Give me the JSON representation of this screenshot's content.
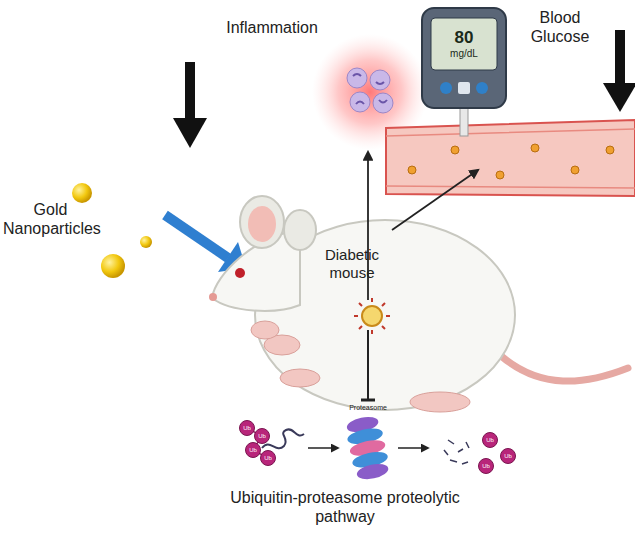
{
  "diagram": {
    "nodes": [
      {
        "text": [
          "80",
          "mg/dL"
        ]
      },
      {
        "text": [
          "Ub"
        ]
      },
      {
        "text": [
          "Ub"
        ]
      },
      {
        "text": [
          "Ub"
        ]
      },
      {
        "text": [
          "Ub"
        ]
      },
      {
        "text": [
          "Ub"
        ]
      },
      {
        "text": [
          "Ub"
        ]
      },
      {
        "text": [
          "Ub"
        ]
      }
    ],
    "labels": [
      "Inflammation",
      "Blood Glucose",
      "Gold Nanoparticles",
      "Diabetic mouse",
      "Proteasome",
      "Ubiquitin-proteasome proteolytic pathway"
    ]
  }
}
